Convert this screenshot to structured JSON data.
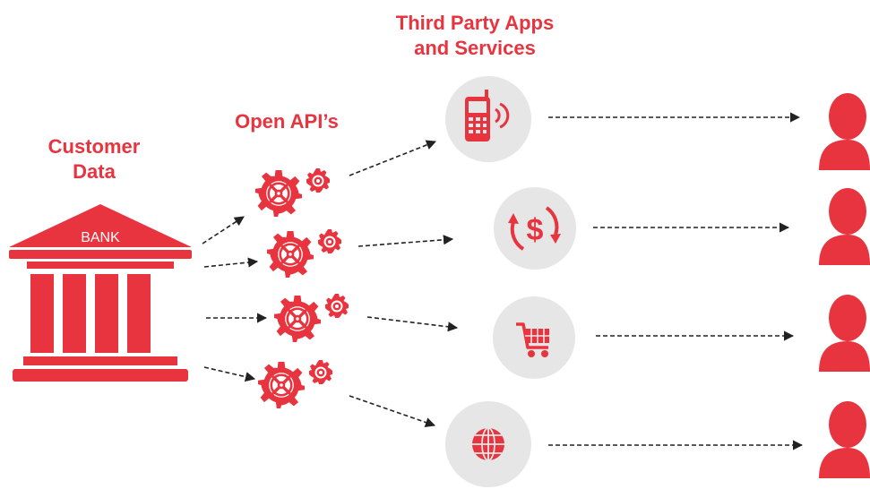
{
  "headings": {
    "customer_data": [
      "Customer",
      "Data"
    ],
    "open_apis": "Open API’s",
    "third_party": [
      "Third Party Apps",
      "and Services"
    ]
  },
  "bank": {
    "sign": "BANK"
  },
  "services": [
    {
      "icon": "mobile-phone-icon"
    },
    {
      "icon": "dollar-exchange-icon"
    },
    {
      "icon": "shopping-cart-icon"
    },
    {
      "icon": "globe-icon"
    }
  ],
  "api_gears_count_shown": 4,
  "users_icon": "user-icon",
  "colors": {
    "accent": "#e8343f",
    "circle": "#e6e6e6",
    "arrow": "#222222"
  }
}
